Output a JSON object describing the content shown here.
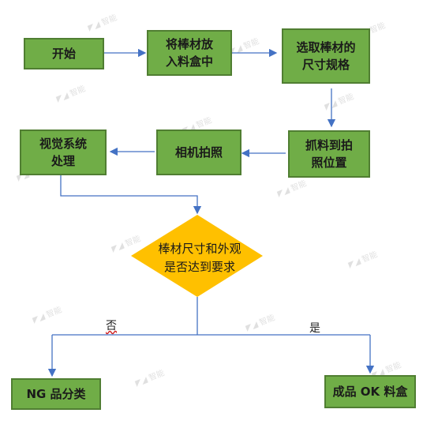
{
  "nodes": {
    "start": "开始",
    "put_in": [
      "将棒材放",
      "入料盒中"
    ],
    "select": [
      "选取棒材的",
      "尺寸规格"
    ],
    "grab": [
      "抓料到拍",
      "照位置"
    ],
    "camera": "相机拍照",
    "vision": [
      "视觉系统",
      "处理"
    ],
    "decision": [
      "棒材尺寸和外观",
      "是否达到要求"
    ],
    "ng": "NG 品分类",
    "ok": "成品 OK 料盒"
  },
  "edges": {
    "no": "否",
    "yes": "是"
  },
  "colors": {
    "process_fill": "#70ad47",
    "process_border": "#507e32",
    "decision_fill": "#ffc000",
    "arrow": "#4472c4"
  }
}
